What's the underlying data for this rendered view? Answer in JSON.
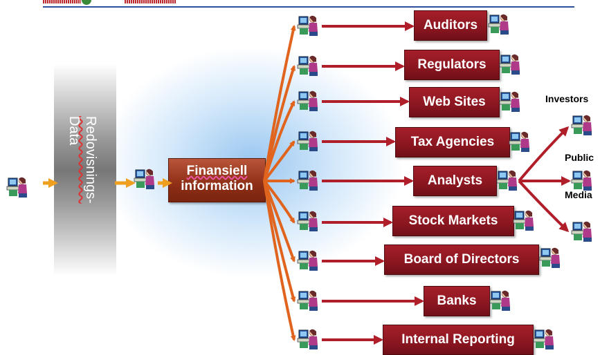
{
  "source_block": {
    "line1": "Redovisnings-",
    "line2": "Data"
  },
  "center_box": {
    "line1": "Finansiell",
    "line2": "information"
  },
  "recipients": [
    {
      "label": "Auditors"
    },
    {
      "label": "Regulators"
    },
    {
      "label": "Web Sites"
    },
    {
      "label": "Tax Agencies"
    },
    {
      "label": "Analysts"
    },
    {
      "label": "Stock Markets"
    },
    {
      "label": "Board of Directors"
    },
    {
      "label": "Banks"
    },
    {
      "label": "Internal Reporting"
    }
  ],
  "analyst_targets": [
    {
      "label": "Investors"
    },
    {
      "label": "Public"
    },
    {
      "label": "Media"
    }
  ],
  "colors": {
    "recipient_box": "#8a1620",
    "center_box": "#8e2e16",
    "fan_arrow": "#e0641e",
    "link_arrow": "#b01e2a",
    "input_arrow": "#f0a020"
  },
  "icons": {
    "person": "person-at-computer-icon"
  }
}
